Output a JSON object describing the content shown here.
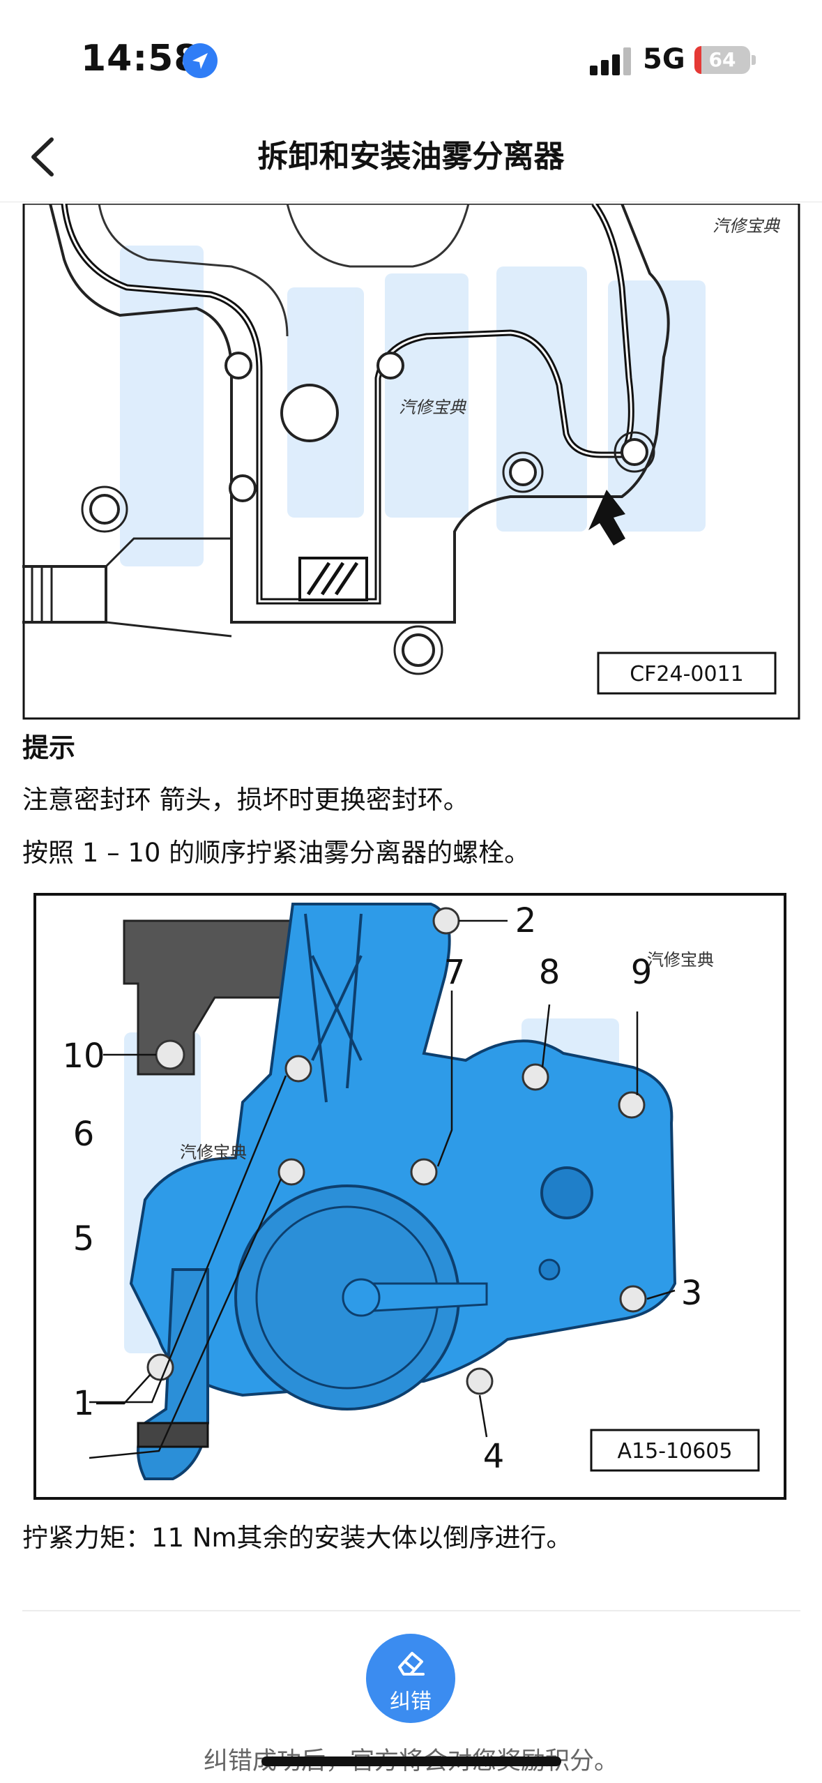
{
  "status_bar": {
    "time": "14:58",
    "network": "5G",
    "battery": "64"
  },
  "nav": {
    "title": "拆卸和安装油雾分离器"
  },
  "figure1": {
    "code": "CF24-0011",
    "watermark": "汽修宝典"
  },
  "tip": {
    "title": "提示",
    "line1": "注意密封环 箭头，损坏时更换密封环。",
    "line2": "按照 1 – 10 的顺序拧紧油雾分离器的螺栓。"
  },
  "figure2": {
    "code": "A15-10605",
    "watermark": "汽修宝典",
    "bolt_labels": [
      "1",
      "2",
      "3",
      "4",
      "5",
      "6",
      "7",
      "8",
      "9",
      "10"
    ]
  },
  "torque_text": "拧紧力矩：11 Nm其余的安装大体以倒序进行。",
  "fix_button": {
    "label": "纠错"
  },
  "footer_note": "纠错成功后，官方将会对您奖励积分。",
  "colors": {
    "accent": "#3b8cf0",
    "part_blue": "#2e9be8",
    "battery_low": "#e53935"
  }
}
